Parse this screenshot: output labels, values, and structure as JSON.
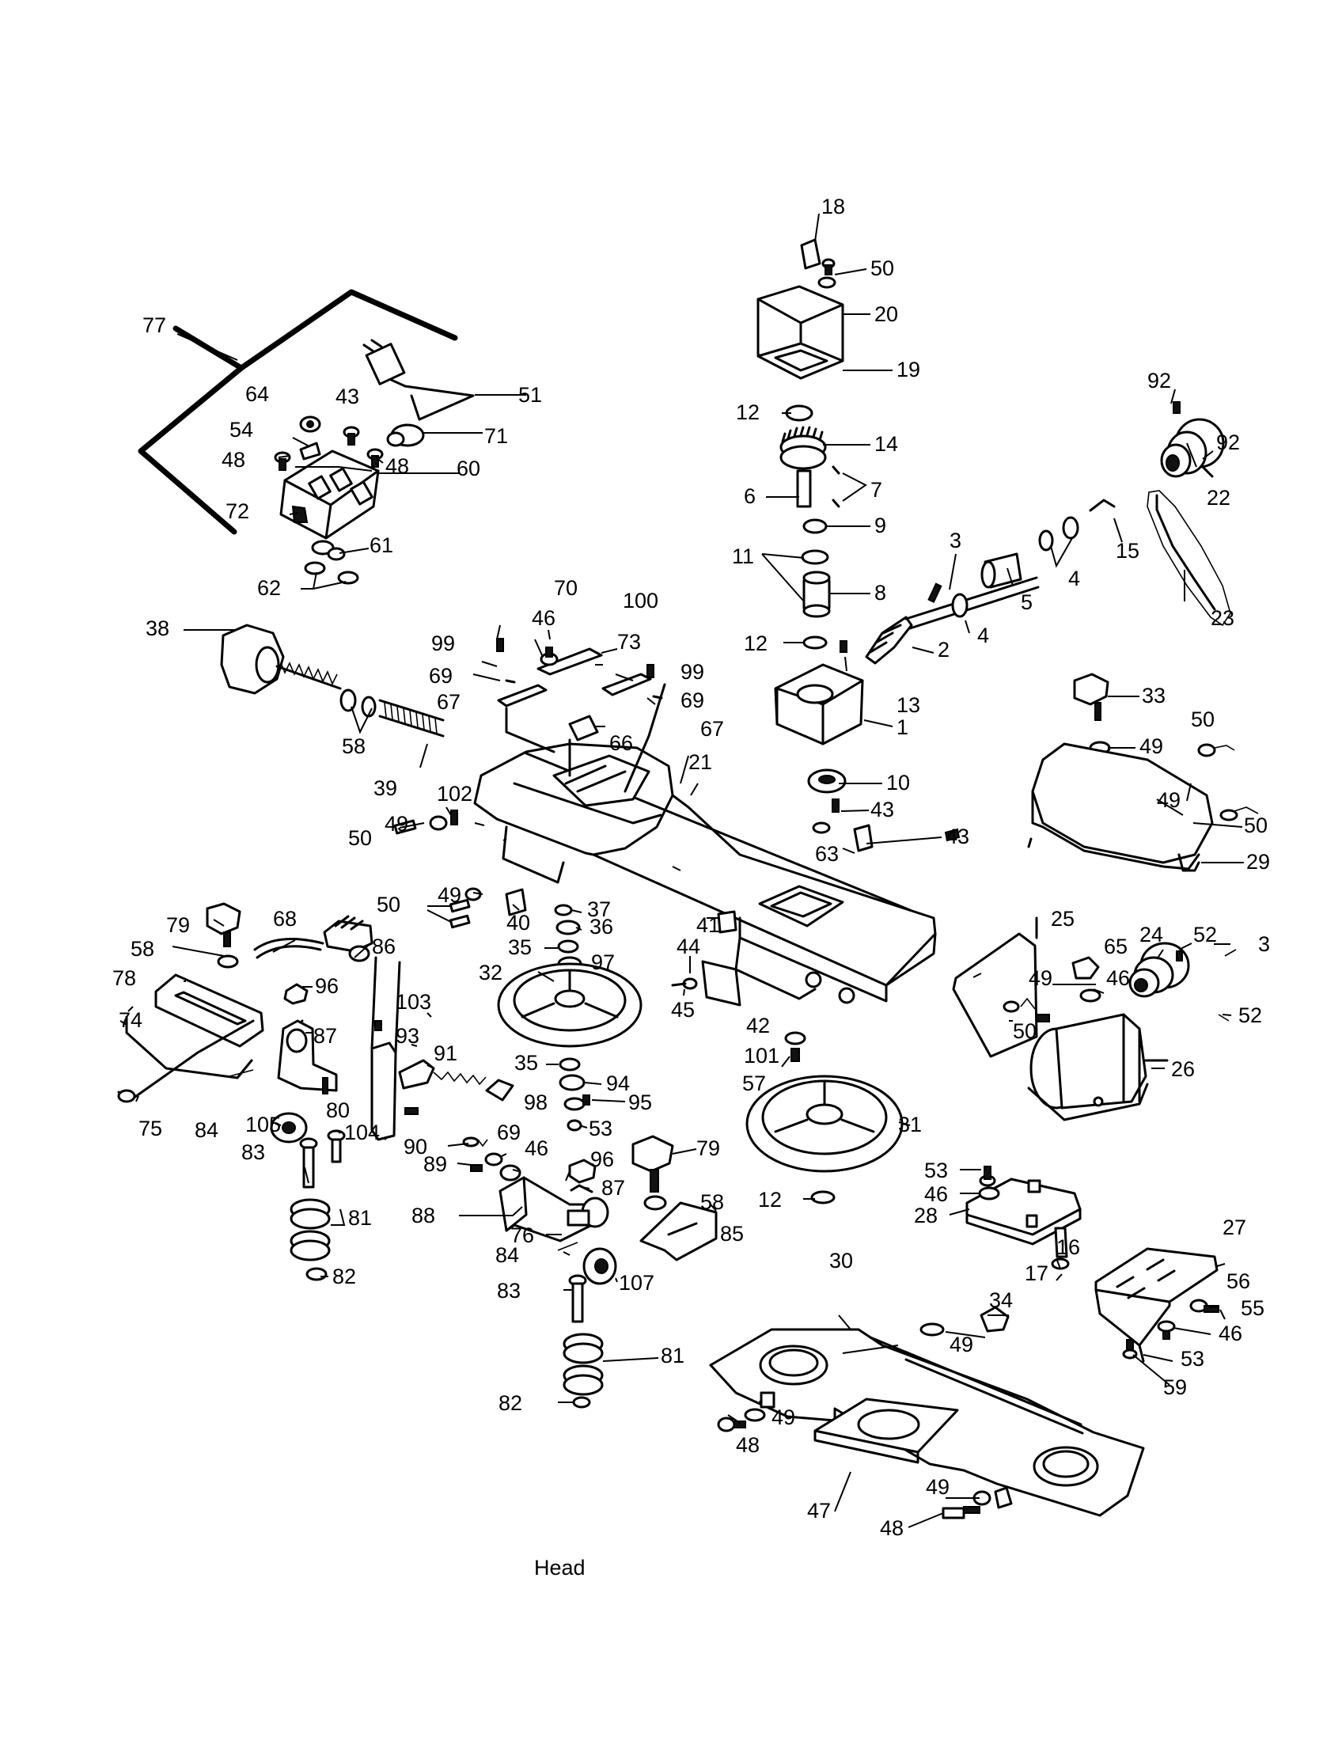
{
  "caption": "Head",
  "callouts": [
    "1",
    "2",
    "3",
    "4",
    "5",
    "6",
    "7",
    "8",
    "9",
    "10",
    "11",
    "12",
    "13",
    "14",
    "15",
    "16",
    "17",
    "18",
    "19",
    "20",
    "21",
    "22",
    "23",
    "24",
    "25",
    "26",
    "27",
    "28",
    "29",
    "30",
    "31",
    "32",
    "33",
    "34",
    "35",
    "36",
    "37",
    "38",
    "39",
    "40",
    "41",
    "42",
    "43",
    "44",
    "45",
    "46",
    "47",
    "48",
    "49",
    "50",
    "51",
    "52",
    "53",
    "54",
    "55",
    "56",
    "57",
    "58",
    "59",
    "60",
    "61",
    "62",
    "63",
    "64",
    "65",
    "66",
    "67",
    "68",
    "69",
    "70",
    "71",
    "72",
    "73",
    "74",
    "75",
    "76",
    "77",
    "78",
    "79",
    "80",
    "81",
    "82",
    "83",
    "84",
    "85",
    "86",
    "87",
    "88",
    "89",
    "90",
    "91",
    "92",
    "93",
    "94",
    "95",
    "96",
    "97",
    "98",
    "99",
    "100",
    "101",
    "102",
    "103",
    "104",
    "105",
    "107"
  ],
  "callout_count": 106
}
